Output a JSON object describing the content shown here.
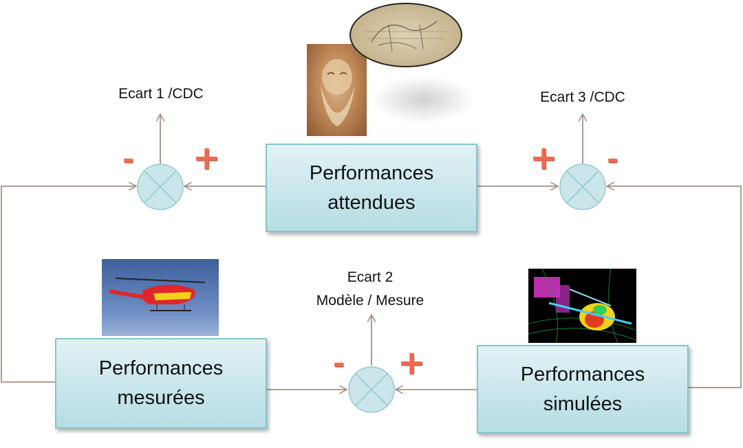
{
  "boxes": {
    "attendues": {
      "line1": "Performances",
      "line2": "attendues"
    },
    "mesurees": {
      "line1": "Performances",
      "line2": "mesurées"
    },
    "simulees": {
      "line1": "Performances",
      "line2": "simulées"
    }
  },
  "outputs": {
    "ecart1": "Ecart 1 /CDC",
    "ecart2_line1": "Ecart 2",
    "ecart2_line2": "Modèle / Mesure",
    "ecart3": "Ecart 3 /CDC"
  },
  "signs": {
    "minus": "-",
    "plus": "+"
  },
  "colors": {
    "box_fill": "#c8e6eb",
    "box_border": "#86c3cb",
    "connector": "#a68f82",
    "sign": "#f06a50"
  }
}
